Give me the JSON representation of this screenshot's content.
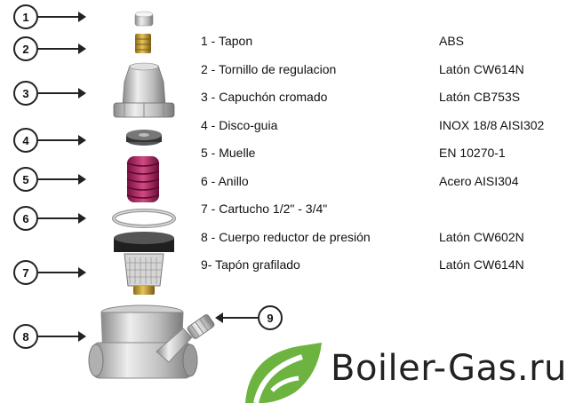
{
  "callouts": {
    "c1": "1",
    "c2": "2",
    "c3": "3",
    "c4": "4",
    "c5": "5",
    "c6": "6",
    "c7": "7",
    "c8": "8",
    "c9": "9"
  },
  "parts": [
    {
      "name": "1 - Tapon",
      "material": "ABS"
    },
    {
      "name": "2 - Tornillo de regulacion",
      "material": "Latón CW614N"
    },
    {
      "name": "3 - Capuchón cromado",
      "material": "Latón CB753S"
    },
    {
      "name": "4 - Disco-guia",
      "material": "INOX 18/8  AISI302"
    },
    {
      "name": "5 - Muelle",
      "material": "EN 10270-1"
    },
    {
      "name": "6 - Anillo",
      "material": "Acero AISI304"
    },
    {
      "name": "7 - Cartucho 1/2\" - 3/4\"",
      "material": ""
    },
    {
      "name": "8 - Cuerpo reductor de presión",
      "material": "Latón CW602N"
    },
    {
      "name": "9- Tapón grafilado",
      "material": "Latón CW614N"
    }
  ],
  "watermark": {
    "text": "Boiler-Gas.ru",
    "icon": "leaf-logo-icon",
    "color": "#6cb33f"
  },
  "colors": {
    "spring": "#b0245a",
    "brass": "#c9a23a",
    "metal": "#c8c8c8"
  }
}
